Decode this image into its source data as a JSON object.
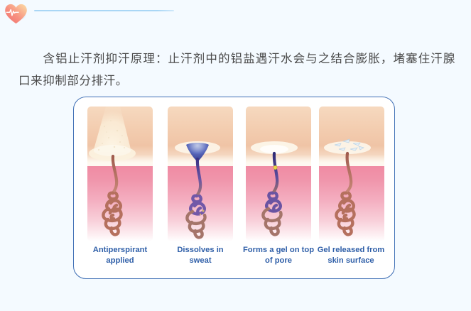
{
  "page": {
    "background_color": "#f4faff",
    "header": {
      "icon": "heart-pulse-icon",
      "icon_gradient_from": "#f47b7b",
      "icon_gradient_to": "#fbd9a0",
      "rule_color": "#a9d6f5"
    },
    "paragraph": {
      "text": "含铝止汗剂抑汗原理：止汗剂中的铝盐遇汗水会与之结合膨胀，堵塞住汗腺口来抑制部分排汗。",
      "color": "#4a4a4a"
    }
  },
  "illustration": {
    "border_color": "#3f6fb5",
    "caption_color": "#2f5fa8",
    "panels": [
      {
        "id": "antiperspirant-applied",
        "caption": "Antiperspirant applied",
        "caption_line_1": "Antiperspirant",
        "caption_line_2": "applied",
        "duct_color": "#b0695a",
        "gland_color": "#c07a68",
        "deposit_color": "#f7ecd8"
      },
      {
        "id": "dissolves-in-sweat",
        "caption": "Dissolves in sweat",
        "caption_line_1": "Dissolves in",
        "caption_line_2": "sweat",
        "duct_color": "#5b4a9e",
        "gland_color": "#8a6aad",
        "deposit_color": "#2c3fa0"
      },
      {
        "id": "forms-a-gel-on-top-of-pore",
        "caption": "Forms a gel on top of pore",
        "caption_line_1": "Forms a gel on top",
        "caption_line_2": "of pore",
        "duct_color": "#3b3280",
        "gland_color": "#8a6aad",
        "deposit_color": "#e8d64a"
      },
      {
        "id": "gel-released-from-skin-surface",
        "caption": "Gel released from skin surface",
        "caption_line_1": "Gel released from",
        "caption_line_2": "skin surface",
        "duct_color": "#b0695a",
        "gland_color": "#c07a68",
        "deposit_color": "#dfeaf5"
      }
    ]
  }
}
